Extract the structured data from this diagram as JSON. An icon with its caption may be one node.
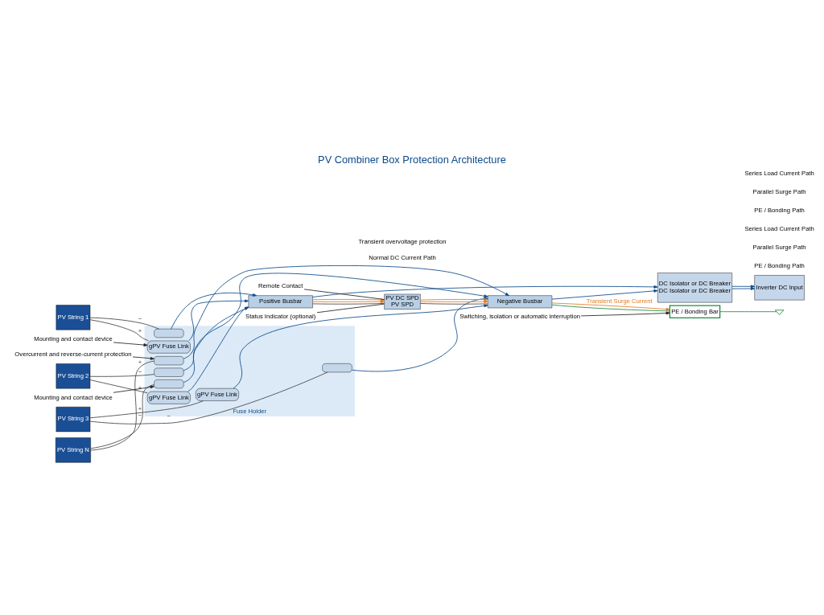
{
  "diagram": {
    "title": "PV Combiner Box Protection Architecture",
    "nodes": [
      {
        "text": [
          "Fuse Holder"
        ]
      },
      {
        "text": [
          "PV String 1"
        ]
      },
      {
        "text": [
          "gPV Fuse Link"
        ],
        "in": 0
      },
      {
        "text": [],
        "shape": "box",
        "in": 0
      },
      {
        "text": [
          "PV String 2"
        ]
      },
      {
        "text": [
          "gPV Fuse Link"
        ],
        "in": 0
      },
      {
        "text": [],
        "shape": "box",
        "in": 0
      },
      {
        "text": [
          "PV String 3"
        ]
      },
      {
        "text": [
          "gPV Fuse Link"
        ],
        "in": 0
      },
      {
        "text": [],
        "shape": "box",
        "in": 0
      },
      {
        "text": [
          "PV String N"
        ]
      },
      {
        "text": [],
        "shape": "box",
        "in": 0
      },
      {
        "text": [],
        "shape": "box",
        "in": 0
      },
      {
        "text": [
          "Positive Busbar"
        ]
      },
      {
        "text": [
          "Negative Busbar"
        ]
      },
      {
        "text": [
          "PV DC SPD",
          "PV SPD"
        ]
      },
      {
        "text": [
          "Status Indicator (optional)"
        ]
      },
      {
        "text": [
          "Remote Contact"
        ]
      },
      {
        "text": [
          "DC Isolator or DC Breaker",
          "DC Isolator or DC Breaker"
        ]
      },
      {
        "text": [
          "Inverter DC Input"
        ]
      },
      {
        "text": [
          "PE / Bonding Bar"
        ]
      },
      {
        "text": [],
        "shape": "ground"
      },
      {
        "text": [
          "Mounting and contact device"
        ]
      },
      {
        "text": [
          "Mounting and contact device"
        ]
      },
      {
        "text": [
          "Overcurrent and reverse-current protection"
        ]
      },
      {
        "text": [
          "Switching, isolation or automatic interruption"
        ]
      }
    ],
    "edges": [
      {
        "from": 1,
        "to": 2,
        "arrow": "none",
        "label": "+",
        "color": "#444444"
      },
      {
        "from": 1,
        "to": 3,
        "arrow": "none",
        "label": "−",
        "color": "#444444"
      },
      {
        "from": 4,
        "to": 5,
        "arrow": "none",
        "label": "+",
        "color": "#444444"
      },
      {
        "from": 4,
        "to": 6,
        "arrow": "none",
        "label": "−",
        "color": "#444444"
      },
      {
        "from": 7,
        "to": 8,
        "arrow": "none",
        "label": "+",
        "color": "#444444"
      },
      {
        "from": 7,
        "to": 9,
        "arrow": "none",
        "label": "−",
        "color": "#444444"
      },
      {
        "from": 10,
        "to": 11,
        "arrow": "none",
        "label": "+",
        "color": "#444444"
      },
      {
        "from": 10,
        "to": 12,
        "arrow": "none",
        "label": "−",
        "color": "#444444"
      },
      {
        "from": 2,
        "to": 13,
        "arrow": "to"
      },
      {
        "from": 3,
        "to": 13,
        "arrow": "to"
      },
      {
        "from": 5,
        "to": 13,
        "arrow": "to"
      },
      {
        "from": 6,
        "to": 13,
        "arrow": "to"
      },
      {
        "from": 8,
        "to": 14,
        "arrow": "to"
      },
      {
        "from": 9,
        "to": 14,
        "arrow": "to"
      },
      {
        "from": 11,
        "to": 14,
        "arrow": "to"
      },
      {
        "from": 12,
        "to": 14,
        "arrow": "to"
      },
      {
        "from": 13,
        "to": 15,
        "arrow": "none",
        "color": "#444444"
      },
      {
        "from": 15,
        "to": 14,
        "arrow": "none",
        "color": "#444444"
      },
      {
        "from": 13,
        "to": 15,
        "arrow": "to",
        "color": "#e07b22"
      },
      {
        "from": 13,
        "to": 15,
        "arrow": "to",
        "color": "#e07b22"
      },
      {
        "from": 15,
        "to": 14,
        "arrow": "to",
        "color": "#e07b22"
      },
      {
        "from": 15,
        "to": 14,
        "arrow": "to",
        "color": "#e07b22"
      },
      {
        "from": 16,
        "to": 15,
        "arrow": "none",
        "color": "#222222"
      },
      {
        "from": 17,
        "to": 15,
        "arrow": "none",
        "color": "#222222"
      },
      {
        "from": 13,
        "to": 18,
        "arrow": "to"
      },
      {
        "from": 14,
        "to": 18,
        "arrow": "to"
      },
      {
        "from": 18,
        "to": 19,
        "arrow": "to"
      },
      {
        "from": 18,
        "to": 19,
        "arrow": "to"
      },
      {
        "from": 14,
        "to": 20,
        "arrow": "none",
        "color": "#1e8a3c"
      },
      {
        "from": 14,
        "to": 20,
        "arrow": "to",
        "color": "#e07b22",
        "label": "Transient Surge Current"
      },
      {
        "from": 20,
        "to": 21,
        "arrow": "none",
        "color": "#1e8a3c"
      },
      {
        "from": 22,
        "to": 2,
        "arrow": "to",
        "color": "#222222"
      },
      {
        "from": 23,
        "to": 12,
        "arrow": "to",
        "color": "#222222"
      },
      {
        "from": 24,
        "to": 11,
        "arrow": "to",
        "color": "#222222"
      },
      {
        "from": 25,
        "to": 20,
        "arrow": "to",
        "color": "#222222"
      }
    ],
    "labels": [
      "Normal DC Current Path",
      "Transient overvoltage protection"
    ],
    "legend": [
      {
        "text": "Series Load Current Path"
      },
      {
        "text": "Parallel Surge Path"
      },
      {
        "text": "PE / Bonding Path"
      },
      {
        "text": "Series Load Current Path"
      },
      {
        "text": "Parallel Surge Path"
      },
      {
        "text": "PE / Bonding Path"
      }
    ]
  }
}
